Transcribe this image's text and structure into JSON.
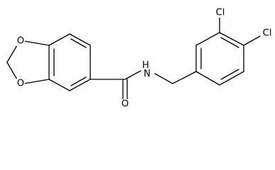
{
  "molecule": {
    "atoms": [
      {
        "id": "o_ring_top",
        "label": "O"
      },
      {
        "id": "o_ring_bottom",
        "label": "O"
      },
      {
        "id": "carbonyl_o",
        "label": "O"
      },
      {
        "id": "amide_n",
        "label": "H\nN"
      },
      {
        "id": "cl_meta",
        "label": "Cl"
      },
      {
        "id": "cl_para",
        "label": "Cl"
      }
    ]
  },
  "colors": {
    "bond": "#000000",
    "label": "#000000",
    "background": "#ffffff"
  }
}
